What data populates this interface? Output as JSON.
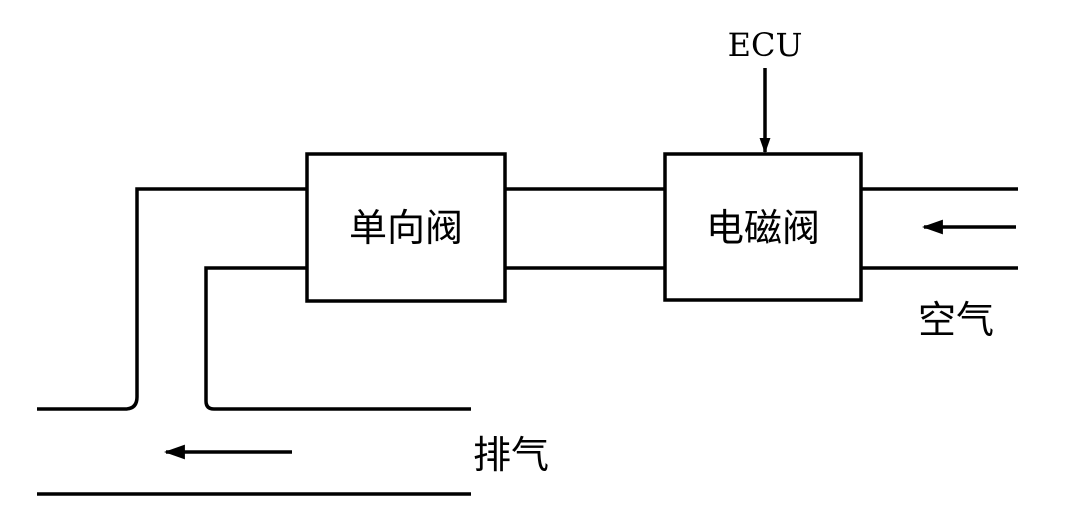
{
  "diagram": {
    "ecu_label": "ECU",
    "check_valve_label": "单向阀",
    "solenoid_valve_label": "电磁阀",
    "air_label": "空气",
    "exhaust_label": "排气"
  },
  "colors": {
    "stroke": "#000000",
    "background": "#ffffff"
  }
}
